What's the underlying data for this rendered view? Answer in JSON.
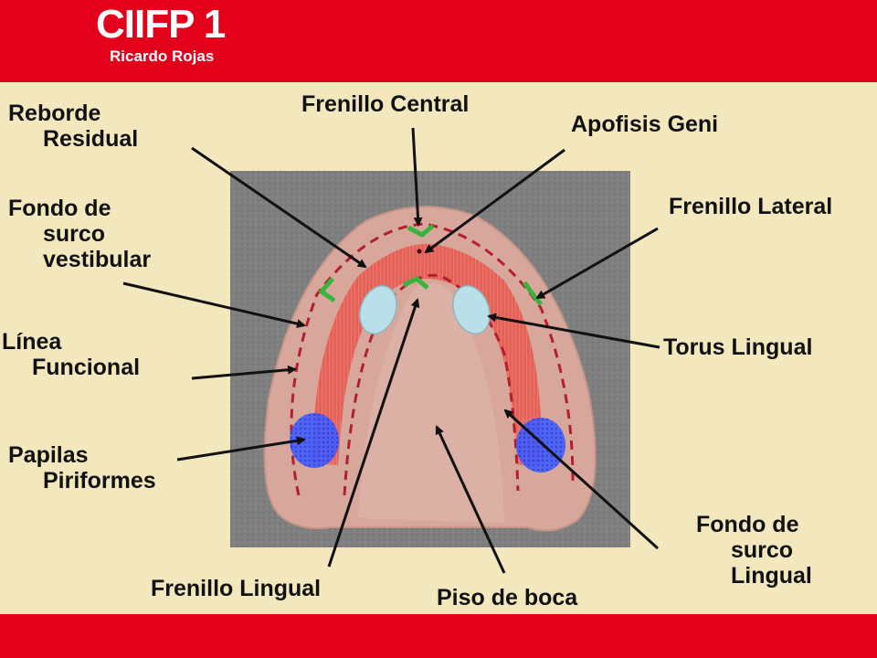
{
  "header": {
    "logo_main": "CIIFP 1",
    "logo_sub": "Ricardo Rojas"
  },
  "labels": {
    "reborde_residual": [
      "Reborde",
      "Residual"
    ],
    "frenillo_central": "Frenillo Central",
    "apofisis_geni": "Apofisis Geni",
    "fondo_surco_vestibular": [
      "Fondo de",
      "surco",
      "vestibular"
    ],
    "frenillo_lateral": "Frenillo Lateral",
    "linea_funcional": [
      "Línea",
      "Funcional"
    ],
    "torus_lingual": "Torus Lingual",
    "papilas_piriformes": [
      "Papilas",
      "Piriformes"
    ],
    "fondo_surco_lingual": [
      "Fondo de",
      "surco",
      "Lingual"
    ],
    "frenillo_lingual": "Frenillo Lingual",
    "piso_de_boca": "Piso de boca"
  },
  "colors": {
    "band": "#e2001a",
    "background": "#f3e7be",
    "ridge": "#e65a52",
    "torus": "#b9dfe8",
    "papilla": "#3d5cff",
    "frenum": "#36b43c"
  }
}
